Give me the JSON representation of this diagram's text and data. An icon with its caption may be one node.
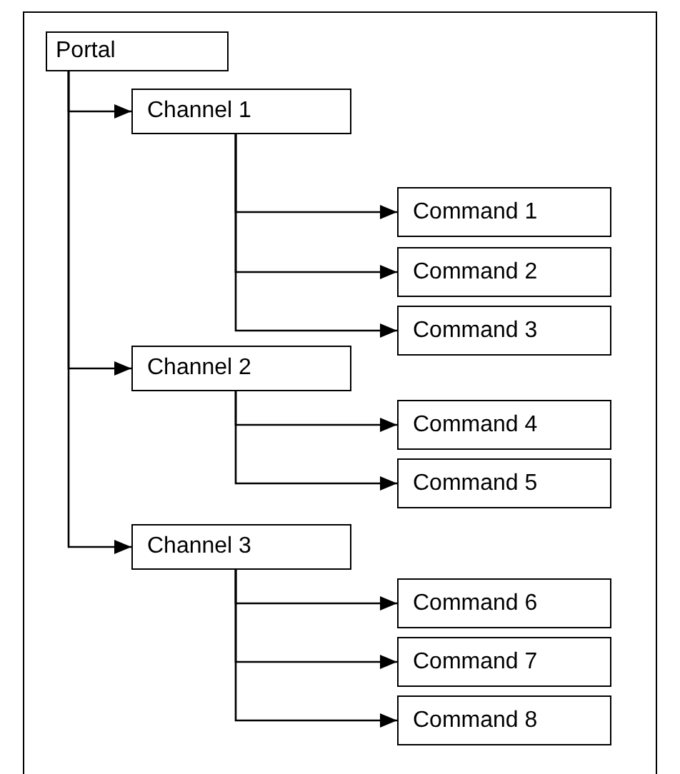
{
  "diagram": {
    "nodes": [
      {
        "text": [
          "Portal"
        ]
      },
      {
        "text": [
          "Channel 1"
        ]
      },
      {
        "text": [
          "Command 1"
        ]
      },
      {
        "text": [
          "Command 2"
        ]
      },
      {
        "text": [
          "Command 3"
        ]
      },
      {
        "text": [
          "Channel 2"
        ]
      },
      {
        "text": [
          "Command 4"
        ]
      },
      {
        "text": [
          "Command 5"
        ]
      },
      {
        "text": [
          "Channel 3"
        ]
      },
      {
        "text": [
          "Command 6"
        ]
      },
      {
        "text": [
          "Command 7"
        ]
      },
      {
        "text": [
          "Command 8"
        ]
      }
    ],
    "edges": [
      {
        "from": 0,
        "to": 1,
        "arrow": "to"
      },
      {
        "from": 1,
        "to": 2,
        "arrow": "to"
      },
      {
        "from": 1,
        "to": 3,
        "arrow": "to"
      },
      {
        "from": 1,
        "to": 4,
        "arrow": "to"
      },
      {
        "from": 0,
        "to": 5,
        "arrow": "to"
      },
      {
        "from": 5,
        "to": 6,
        "arrow": "to"
      },
      {
        "from": 5,
        "to": 7,
        "arrow": "to"
      },
      {
        "from": 0,
        "to": 8,
        "arrow": "to"
      },
      {
        "from": 8,
        "to": 9,
        "arrow": "to"
      },
      {
        "from": 8,
        "to": 10,
        "arrow": "to"
      },
      {
        "from": 8,
        "to": 11,
        "arrow": "to"
      }
    ]
  }
}
